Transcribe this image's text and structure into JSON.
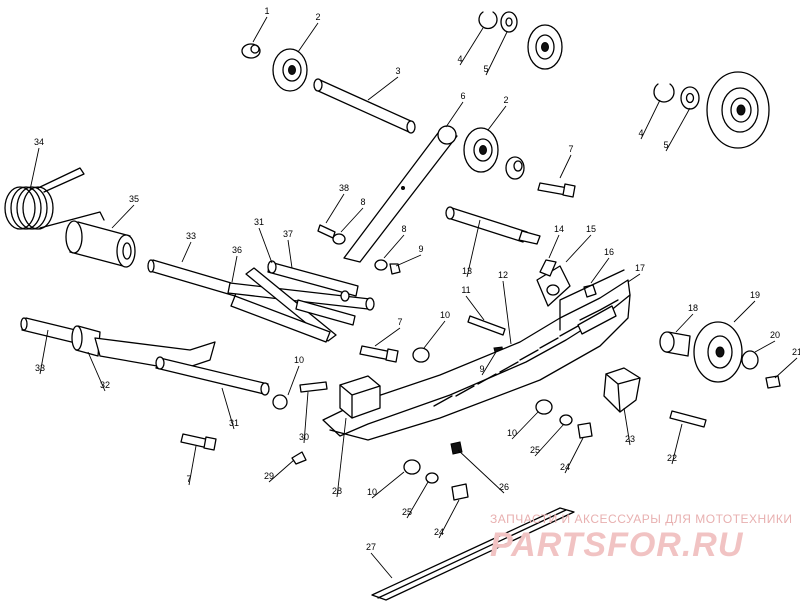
{
  "diagram": {
    "callouts": [
      "1",
      "2",
      "3",
      "4",
      "5",
      "6",
      "2",
      "4",
      "5",
      "7",
      "34",
      "35",
      "38",
      "8",
      "8",
      "9",
      "31",
      "37",
      "33",
      "36",
      "13",
      "14",
      "15",
      "16",
      "17",
      "11",
      "12",
      "7",
      "10",
      "9",
      "18",
      "19",
      "20",
      "21",
      "33",
      "32",
      "10",
      "30",
      "31",
      "7",
      "29",
      "28",
      "10",
      "26",
      "25",
      "24",
      "23",
      "22",
      "10",
      "25",
      "24",
      "27"
    ]
  },
  "watermark": {
    "caption": "ЗАПЧАСТИ И АКСЕССУАРЫ ДЛЯ МОТОТЕХНИКИ",
    "logo": "PARTSFOR.RU"
  }
}
